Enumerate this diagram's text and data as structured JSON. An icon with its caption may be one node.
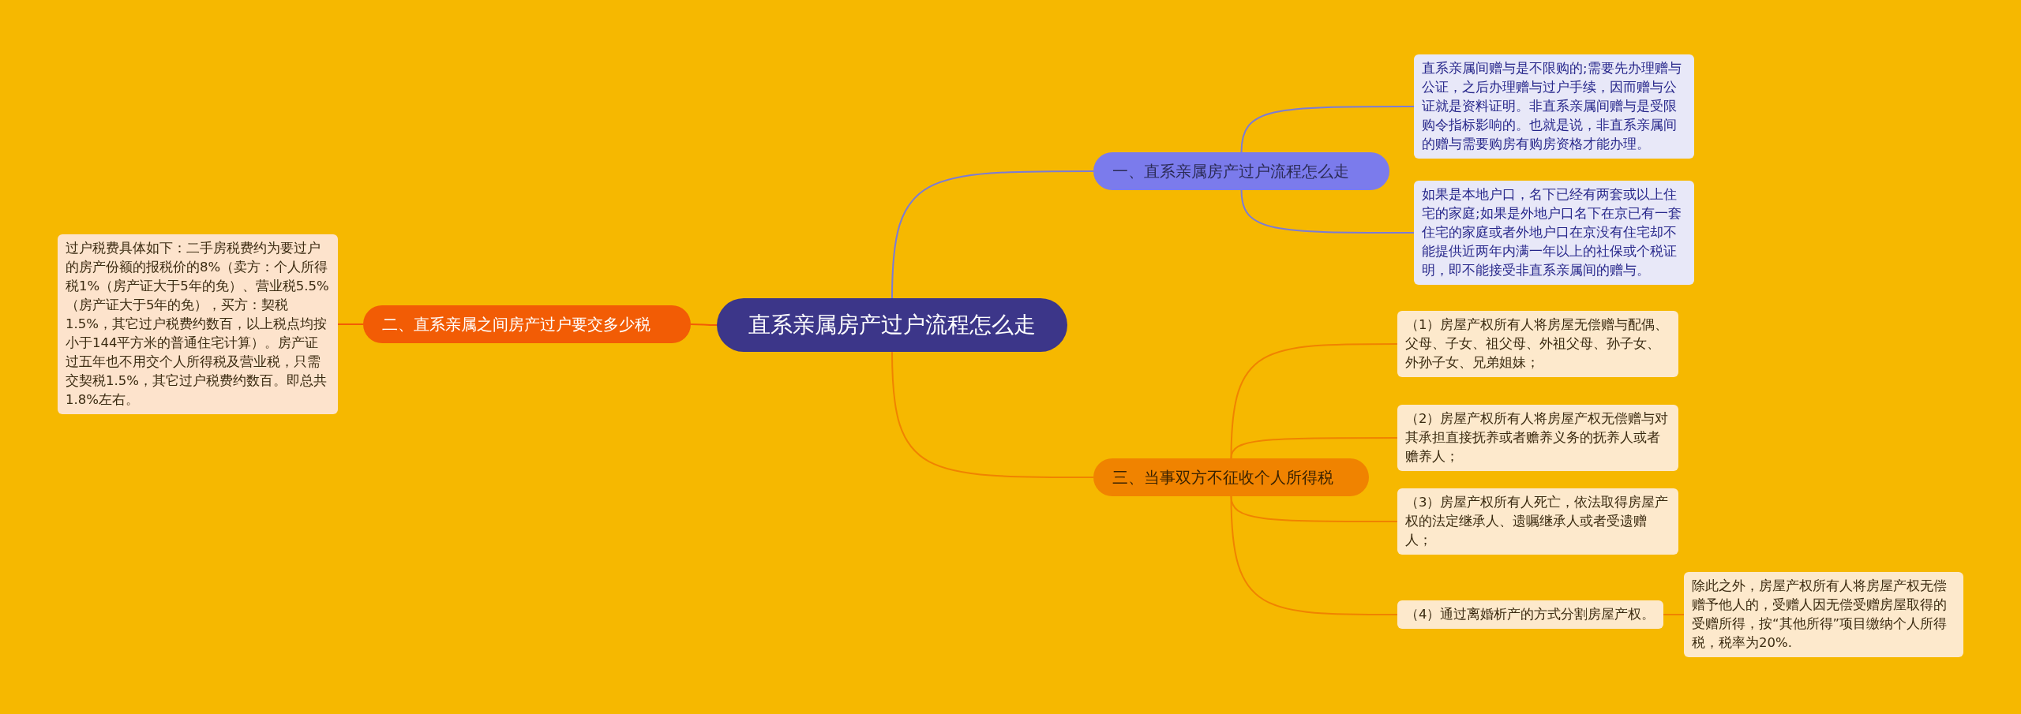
{
  "diagram": {
    "nodes": [
      {
        "text": [
          "直系亲属房产过户流程怎么走"
        ]
      },
      {
        "text": [
          "一、直系亲属房产过户流程怎么走"
        ]
      },
      {
        "text": [
          "直系亲属间赠与是不限购的;需要先办理赠与公证，之后办理赠与过户手续，因而赠与公证就是资料证明。非直系亲属间赠与是受限购令指标影响的。也就是说，非直系亲属间的赠与需要购房有购房资格才能办理。"
        ]
      },
      {
        "text": [
          "如果是本地户口，名下已经有两套或以上住宅的家庭;如果是外地户口名下在京已有一套住宅的家庭或者外地户口在京没有住宅却不能提供近两年内满一年以上的社保或个税证明，即不能接受非直系亲属间的赠与。"
        ]
      },
      {
        "text": [
          "二、直系亲属之间房产过户要交多少税"
        ]
      },
      {
        "text": [
          "过户税费具体如下：二手房税费约为要过户的房产份额的报税价的8%（卖方：个人所得税1%（房产证大于5年的免）、营业税5.5%（房产证大于5年的免），买方：契税1.5%，其它过户税费约数百，以上税点均按小于144平方米的普通住宅计算）。房产证过五年也不用交个人所得税及营业税，只需交契税1.5%，其它过户税费约数百。即总共1.8%左右。"
        ]
      },
      {
        "text": [
          "三、当事双方不征收个人所得税"
        ]
      },
      {
        "text": [
          "（1）房屋产权所有人将房屋无偿赠与配偶、父母、子女、祖父母、外祖父母、孙子女、外孙子女、兄弟姐妹；"
        ]
      },
      {
        "text": [
          "（2）房屋产权所有人将房屋产权无偿赠与对其承担直接抚养或者赡养义务的抚养人或者赡养人；"
        ]
      },
      {
        "text": [
          "（3）房屋产权所有人死亡，依法取得房屋产权的法定继承人、遗嘱继承人或者受遗赠人；"
        ]
      },
      {
        "text": [
          "（4）通过离婚析产的方式分割房屋产权。"
        ]
      },
      {
        "text": [
          "除此之外，房屋产权所有人将房屋产权无偿赠予他人的，受赠人因无偿受赠房屋取得的受赠所得，按“其他所得”项目缴纳个人所得税，税率为20%."
        ]
      }
    ],
    "edges": [
      {
        "from": 0,
        "to": 1,
        "arrow": "none",
        "color": "#7b7bd6"
      },
      {
        "from": 1,
        "to": 2,
        "arrow": "none",
        "color": "#7b7bd6"
      },
      {
        "from": 1,
        "to": 3,
        "arrow": "none",
        "color": "#7b7bd6"
      },
      {
        "from": 0,
        "to": 4,
        "arrow": "none",
        "color": "#f25c05"
      },
      {
        "from": 4,
        "to": 5,
        "arrow": "none",
        "color": "#f25c05"
      },
      {
        "from": 0,
        "to": 6,
        "arrow": "none"
      },
      {
        "from": 6,
        "to": 7,
        "arrow": "none"
      },
      {
        "from": 6,
        "to": 8,
        "arrow": "none"
      },
      {
        "from": 6,
        "to": 9,
        "arrow": "none"
      },
      {
        "from": 6,
        "to": 10,
        "arrow": "none"
      },
      {
        "from": 10,
        "to": 11,
        "arrow": "none"
      }
    ]
  }
}
